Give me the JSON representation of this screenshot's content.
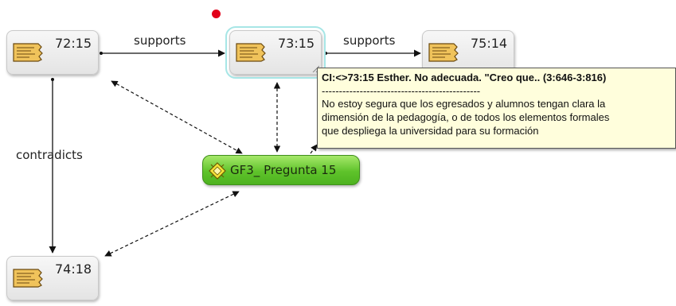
{
  "nodes": {
    "n7215": {
      "label": "72:15",
      "icon": "document-quote-icon"
    },
    "n7315": {
      "label": "73:15",
      "icon": "document-quote-icon",
      "selected": true
    },
    "n7514": {
      "label": "75:14",
      "icon": "document-quote-icon"
    },
    "n7418": {
      "label": "74:18",
      "icon": "document-quote-icon"
    }
  },
  "code_node": {
    "label": "GF3_ Pregunta 15",
    "icon": "code-diamond-icon",
    "color": "#5fc32b"
  },
  "edges": {
    "supports_1": "supports",
    "supports_2": "supports",
    "contradicts": "contradicts"
  },
  "tooltip": {
    "title": "CI:<>73:15 Esther. No adecuada. \"Creo que.. (3:646-3:816)",
    "separator": "----------------------------------------------",
    "body": "No estoy segura que los egresados y alumnos tengan clara la\ndimensión de la pedagogía, o de todos los elementos formales\nque despliega la universidad para su formación"
  },
  "colors": {
    "selection": "#a7e6e6",
    "marker": "#e2001a",
    "tooltip_bg": "#fffedc"
  }
}
